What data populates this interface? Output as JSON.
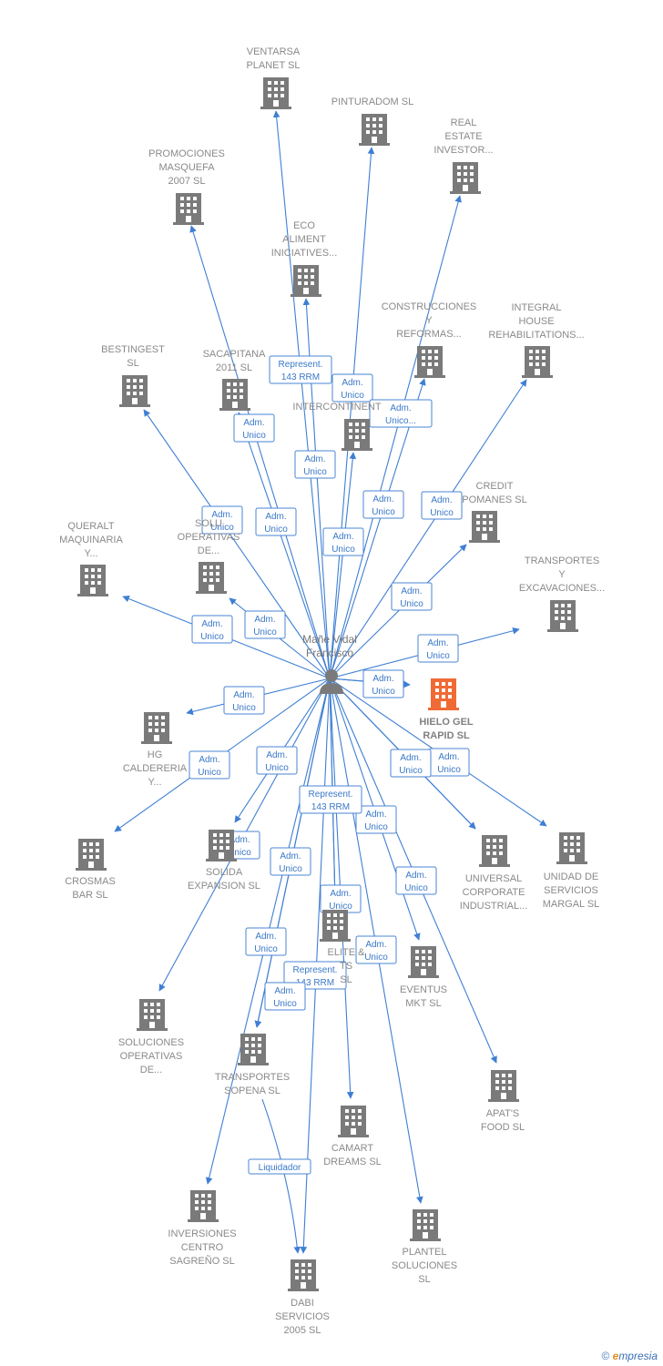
{
  "person": {
    "name_line1": "Mañe Vidal",
    "name_line2": "Francisco",
    "icon": "person-icon"
  },
  "colors": {
    "edge": "#3f7fd3",
    "building": "#7a7a7a",
    "focus_building": "#f06a35",
    "label": "#8a8a8a"
  },
  "companies": [
    {
      "id": "ventarsa",
      "lines": [
        "VENTARSA",
        "PLANET SL"
      ]
    },
    {
      "id": "pinturadom",
      "lines": [
        "PINTURADOM SL"
      ]
    },
    {
      "id": "real-estate",
      "lines": [
        "REAL",
        "ESTATE",
        "INVESTOR..."
      ]
    },
    {
      "id": "promociones-masquefa",
      "lines": [
        "PROMOCIONES",
        "MASQUEFA",
        "2007 SL"
      ]
    },
    {
      "id": "eco-aliment",
      "lines": [
        "ECO",
        "ALIMENT",
        "INICIATIVES..."
      ]
    },
    {
      "id": "construcciones",
      "lines": [
        "CONSTRUCCIONES",
        "Y",
        "REFORMAS..."
      ]
    },
    {
      "id": "integral-house",
      "lines": [
        "INTEGRAL",
        "HOUSE",
        "REHABILITATIONS..."
      ]
    },
    {
      "id": "bestingest",
      "lines": [
        "BESTINGEST",
        "SL"
      ]
    },
    {
      "id": "sacapitana",
      "lines": [
        "SACAPITANA",
        "2011 SL"
      ]
    },
    {
      "id": "intercontinent",
      "lines": [
        "INTERCONTINENT"
      ]
    },
    {
      "id": "credit-pomanes",
      "lines": [
        "CREDIT",
        "POMANES SL"
      ]
    },
    {
      "id": "queralt",
      "lines": [
        "QUERALT",
        "MAQUINARIA",
        "Y..."
      ]
    },
    {
      "id": "soluciones-operativas-top",
      "lines": [
        "SOLU",
        "OPERATIVAS",
        "DE..."
      ]
    },
    {
      "id": "transportes-excavaciones",
      "lines": [
        "TRANSPORTES",
        "Y",
        "EXCAVACIONES..."
      ]
    },
    {
      "id": "hielo-gel",
      "lines": [
        "HIELO GEL",
        "RAPID  SL"
      ],
      "focus": true
    },
    {
      "id": "hg-caldereria",
      "lines": [
        "HG",
        "CALDERERIA",
        "Y..."
      ]
    },
    {
      "id": "crosmas",
      "lines": [
        "CROSMAS",
        "BAR SL"
      ]
    },
    {
      "id": "solida-expansion",
      "lines": [
        "SOLIDA",
        "EXPANSION  SL"
      ]
    },
    {
      "id": "universal-corporate",
      "lines": [
        "UNIVERSAL",
        "CORPORATE",
        "INDUSTRIAL..."
      ]
    },
    {
      "id": "unidad-servicios",
      "lines": [
        "UNIDAD DE",
        "SERVICIOS",
        "MARGAL SL"
      ]
    },
    {
      "id": "elite",
      "lines": [
        "ELITE &",
        "TS",
        "SL"
      ]
    },
    {
      "id": "eventus",
      "lines": [
        "EVENTUS",
        "MKT  SL"
      ]
    },
    {
      "id": "soluciones-operativas-bottom",
      "lines": [
        "SOLUCIONES",
        "OPERATIVAS",
        "DE..."
      ]
    },
    {
      "id": "transportes-sopena",
      "lines": [
        "TRANSPORTES",
        "SOPENA SL"
      ]
    },
    {
      "id": "apats-food",
      "lines": [
        "APAT'S",
        "FOOD  SL"
      ]
    },
    {
      "id": "camart",
      "lines": [
        "CAMART",
        "DREAMS SL"
      ]
    },
    {
      "id": "inversiones-centro",
      "lines": [
        "INVERSIONES",
        "CENTRO",
        "SAGREÑO  SL"
      ]
    },
    {
      "id": "plantel",
      "lines": [
        "PLANTEL",
        "SOLUCIONES",
        "SL"
      ]
    },
    {
      "id": "dabi",
      "lines": [
        "DABI",
        "SERVICIOS",
        "2005 SL"
      ]
    }
  ],
  "edges": [
    {
      "to": "ventarsa",
      "label": [
        "Represent.",
        "143 RRM"
      ]
    },
    {
      "to": "pinturadom",
      "label": [
        "Adm.",
        "Unico"
      ]
    },
    {
      "to": "real-estate",
      "label": [
        "Adm.",
        "Unico..."
      ]
    },
    {
      "to": "promociones-masquefa",
      "label": [
        "Adm.",
        "Unico"
      ]
    },
    {
      "to": "eco-aliment",
      "label": [
        "Adm.",
        "Unico"
      ]
    },
    {
      "to": "construcciones",
      "label": [
        "Adm.",
        "Unico"
      ]
    },
    {
      "to": "integral-house",
      "label": [
        "Adm.",
        "Unico"
      ]
    },
    {
      "to": "bestingest",
      "label": [
        "Adm.",
        "Unico"
      ]
    },
    {
      "to": "sacapitana",
      "label": [
        "Adm.",
        "Unico"
      ]
    },
    {
      "to": "intercontinent",
      "label": [
        "Adm.",
        "Unico"
      ]
    },
    {
      "to": "credit-pomanes",
      "label": [
        "Adm.",
        "Unico"
      ]
    },
    {
      "to": "queralt",
      "label": [
        "Adm.",
        "Unico"
      ]
    },
    {
      "to": "soluciones-operativas-top",
      "label": [
        "Adm.",
        "Unico"
      ]
    },
    {
      "to": "transportes-excavaciones",
      "label": [
        "Adm.",
        "Unico"
      ]
    },
    {
      "to": "hielo-gel",
      "label": [
        "Adm.",
        "Unico"
      ]
    },
    {
      "to": "hg-caldereria",
      "label": [
        "Adm.",
        "Unico"
      ]
    },
    {
      "to": "crosmas",
      "label": [
        "Adm.",
        "Unico"
      ]
    },
    {
      "to": "solida-expansion",
      "label": [
        "Adm.",
        "Unico"
      ]
    },
    {
      "to": "universal-corporate",
      "label": [
        "Adm.",
        "Unico"
      ]
    },
    {
      "to": "unidad-servicios",
      "label": [
        "Adm.",
        "Unico"
      ]
    },
    {
      "to": "elite",
      "label": [
        "Adm.",
        "Unico"
      ]
    },
    {
      "to": "eventus",
      "label": [
        "Adm.",
        "Unico"
      ]
    },
    {
      "to": "soluciones-operativas-bottom",
      "label": [
        "Adm.",
        "Unico"
      ]
    },
    {
      "to": "transportes-sopena",
      "label": [
        "Adm.",
        "Unico"
      ]
    },
    {
      "to": "apats-food",
      "label": [
        "Adm.",
        "Unico"
      ]
    },
    {
      "to": "camart",
      "label": [
        "Adm.",
        "Unico"
      ]
    },
    {
      "to": "inversiones-centro",
      "label": [
        "Adm.",
        "Unico"
      ]
    },
    {
      "to": "plantel",
      "label": [
        "Adm.",
        "Unico"
      ]
    },
    {
      "to": "dabi",
      "label": [
        "Represent.",
        "143 RRM"
      ]
    },
    {
      "to": "elite",
      "label": [
        "Represent.",
        "143 RRM"
      ]
    },
    {
      "to": "hielo-gel",
      "label": [
        "Adm.",
        "Unico"
      ]
    },
    {
      "to": "universal-corporate",
      "label": [
        "Adm.",
        "Unico"
      ]
    },
    {
      "to": "transportes-sopena",
      "label": [
        "Adm.",
        "Unico"
      ]
    }
  ],
  "sub_edges": [
    {
      "from": "transportes-sopena",
      "to": "dabi",
      "label": [
        "Liquidador"
      ]
    }
  ],
  "footer": {
    "copyright": "©",
    "brand_e": "e",
    "brand_rest": "mpresia"
  }
}
